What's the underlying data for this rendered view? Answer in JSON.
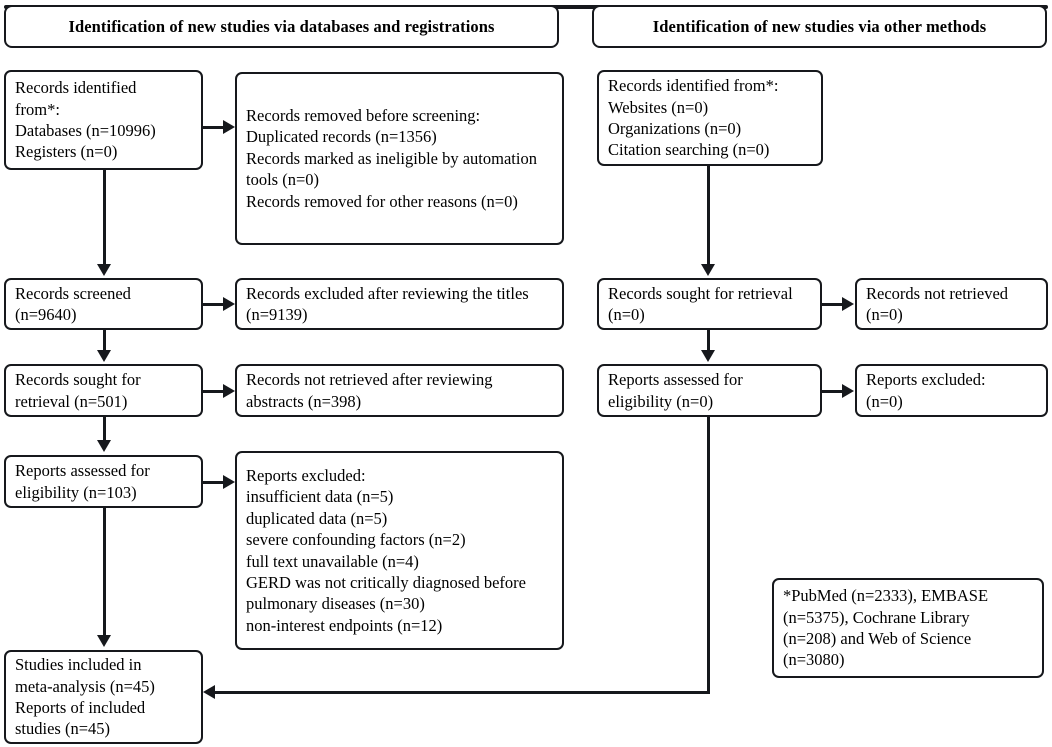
{
  "diagram": {
    "type": "PRISMA flow diagram",
    "columns": {
      "left": {
        "header": "Identification of new studies via databases and registrations"
      },
      "right": {
        "header": "Identification of new studies via other methods"
      }
    }
  },
  "left_column": {
    "identified": {
      "lines": [
        "Records identified",
        "from*:",
        "Databases (n=10996)",
        "Registers (n=0)"
      ]
    },
    "removed_before_screening": {
      "lines": [
        "Records removed before screening:",
        "Duplicated records (n=1356)",
        "Records marked as ineligible by automation",
        "tools (n=0)",
        "Records removed for other reasons (n=0)"
      ]
    },
    "screened": {
      "lines": [
        "Records screened",
        "(n=9640)"
      ]
    },
    "excluded_titles": {
      "lines": [
        "Records excluded after reviewing the titles",
        "(n=9139)"
      ]
    },
    "sought_retrieval": {
      "lines": [
        "Records sought for",
        "retrieval (n=501)"
      ]
    },
    "not_retrieved": {
      "lines": [
        "Records not retrieved after reviewing",
        "abstracts (n=398)"
      ]
    },
    "assessed_eligibility": {
      "lines": [
        "Reports assessed for",
        "eligibility (n=103)"
      ]
    },
    "reports_excluded": {
      "lines": [
        "Reports excluded:",
        "insufficient data (n=5)",
        "duplicated data (n=5)",
        "severe confounding factors (n=2)",
        "full text unavailable (n=4)",
        "GERD was not critically diagnosed before",
        "pulmonary diseases (n=30)",
        "non-interest endpoints (n=12)"
      ]
    },
    "included": {
      "lines": [
        "Studies included in",
        "meta-analysis (n=45)",
        "Reports of included",
        "studies (n=45)"
      ]
    }
  },
  "right_column": {
    "identified_other": {
      "lines": [
        "Records identified from*:",
        "Websites (n=0)",
        "Organizations (n=0)",
        "Citation searching (n=0)"
      ]
    },
    "sought_retrieval": {
      "lines": [
        "Records sought for retrieval",
        "(n=0)"
      ]
    },
    "not_retrieved": {
      "lines": [
        "Records not retrieved",
        "(n=0)"
      ]
    },
    "assessed_eligibility": {
      "lines": [
        "Reports assessed for",
        "eligibility (n=0)"
      ]
    },
    "reports_excluded": {
      "lines": [
        "Reports excluded:",
        "(n=0)"
      ]
    }
  },
  "footnote": {
    "lines": [
      "*PubMed (n=2333), EMBASE",
      "(n=5375), Cochrane Library",
      "(n=208) and Web of Science",
      "(n=3080)"
    ]
  },
  "colors": {
    "stroke": "#16181c",
    "background": "#ffffff",
    "text": "#000000"
  }
}
